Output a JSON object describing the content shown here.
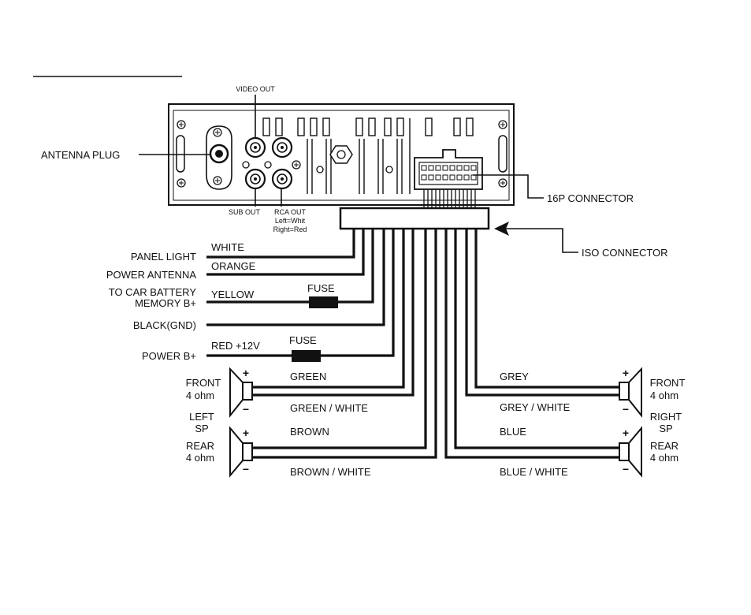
{
  "labels": {
    "video_out": "VIDEO OUT",
    "antenna_plug": "ANTENNA PLUG",
    "sub_out": "SUB OUT",
    "rca_out": "RCA OUT",
    "rca_left": "Left=Whit",
    "rca_right": "Right=Red",
    "connector_16p": "16P CONNECTOR",
    "iso_connector": "ISO CONNECTOR"
  },
  "left_terminals": {
    "panel_light": "PANEL LIGHT",
    "power_antenna": "POWER ANTENNA",
    "battery_line1": "TO CAR BATTERY",
    "battery_line2": "MEMORY B+",
    "ground": "BLACK(GND)",
    "power_b": "POWER B+"
  },
  "wires": {
    "white": "WHITE",
    "orange": "ORANGE",
    "yellow": "YELLOW",
    "red": "RED +12V",
    "green": "GREEN",
    "green_white": "GREEN / WHITE",
    "brown": "BROWN",
    "brown_white": "BROWN / WHITE",
    "grey": "GREY",
    "grey_white": "GREY / WHITE",
    "blue": "BLUE",
    "blue_white": "BLUE / WHITE"
  },
  "fuses": {
    "fuse_1": "FUSE",
    "fuse_2": "FUSE"
  },
  "speakers": {
    "front": "FRONT",
    "ohm": "4 ohm",
    "rear": "REAR",
    "left": "LEFT",
    "right": "RIGHT",
    "sp": "SP",
    "plus": "+",
    "minus": "−"
  }
}
